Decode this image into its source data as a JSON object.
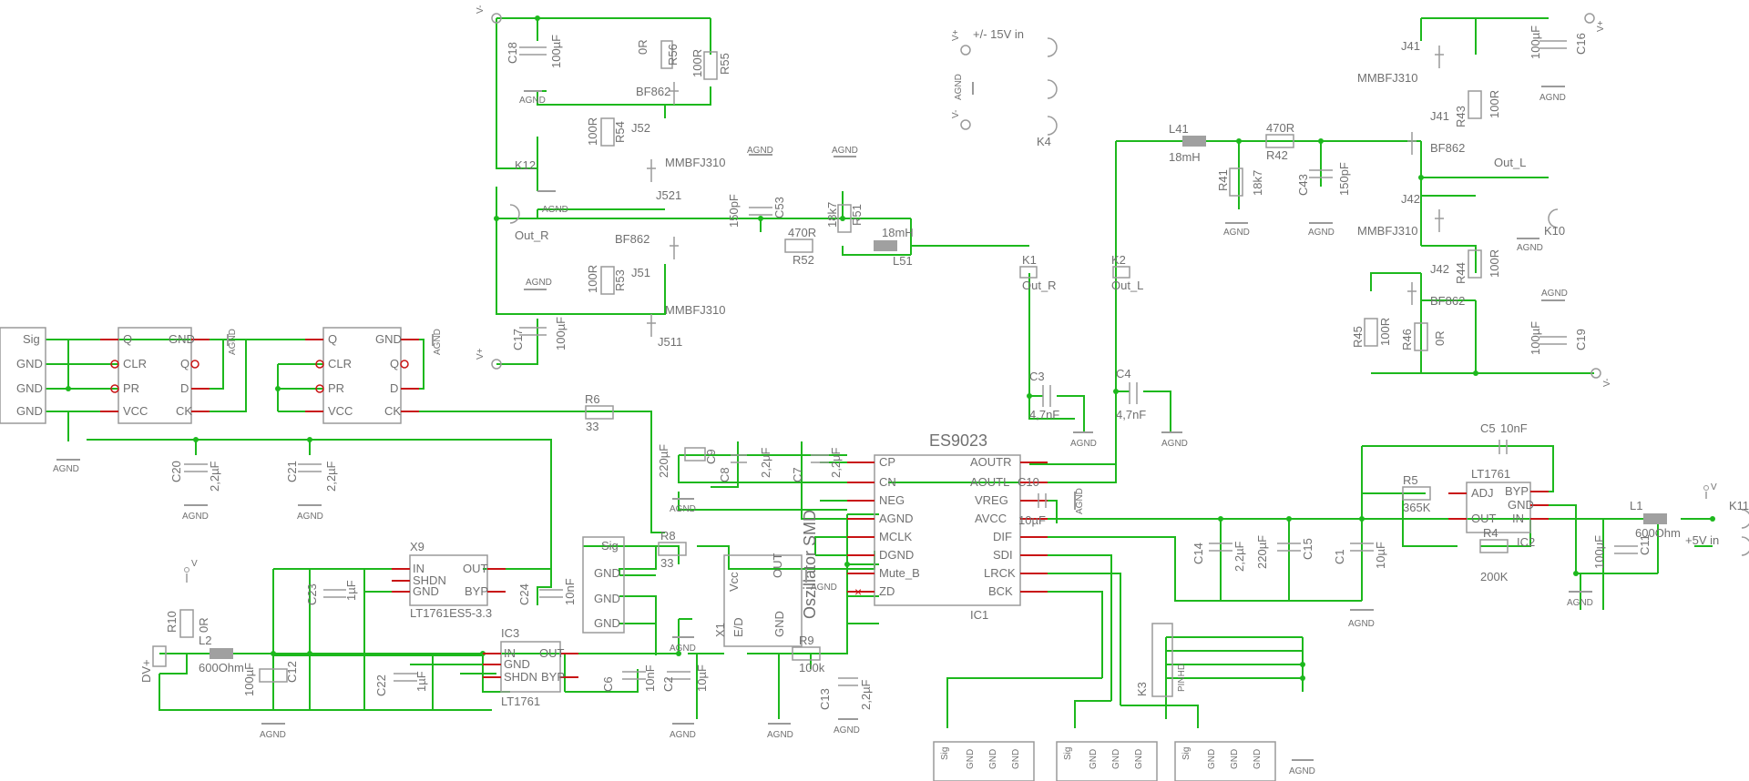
{
  "schematic": {
    "ics": [
      {
        "id": "es9023",
        "name": "ES9023",
        "ref": "IC1",
        "pins_left": [
          "CP",
          "CN",
          "NEG",
          "AGND",
          "MCLK",
          "DGND",
          "Mute_B",
          "ZD"
        ],
        "pins_right": [
          "AOUTR",
          "AOUTL",
          "VREG",
          "AVCC",
          "DIF",
          "SDI",
          "LRCK",
          "BCK"
        ]
      },
      {
        "id": "lt1761-main",
        "name": "LT1761",
        "ref": "IC2",
        "pins_left": [
          "ADJ",
          "OUT"
        ],
        "pins_right": [
          "BYP",
          "GND",
          "IN"
        ]
      },
      {
        "id": "lt1761-ic3",
        "name": "IC3",
        "ref": "LT1761",
        "pins_left": [
          "IN",
          "GND",
          "SHDN"
        ],
        "pins_right": [
          "OUT",
          "BYP"
        ]
      },
      {
        "id": "lt1761-x9",
        "name": "X9",
        "ref": "LT1761ES5-3.3",
        "pins_left": [
          "IN",
          "SHDN",
          "GND"
        ],
        "pins_right": [
          "OUT",
          "BYP"
        ]
      },
      {
        "id": "flipflop-a",
        "name": "",
        "ref": "",
        "pins_left": [
          "Q",
          "CLR",
          "PR",
          "VCC"
        ],
        "pins_right": [
          "GND",
          "Q",
          "D",
          "CK"
        ]
      },
      {
        "id": "flipflop-b",
        "name": "",
        "ref": "",
        "pins_left": [
          "Q",
          "CLR",
          "PR",
          "VCC"
        ],
        "pins_right": [
          "GND",
          "Q",
          "D",
          "CK"
        ]
      }
    ],
    "oscillator": {
      "name": "Oszillator SMD",
      "ref": "X1",
      "pins": [
        "Vcc",
        "E/D",
        "OUT",
        "GND"
      ]
    },
    "connectors": [
      {
        "id": "hdr-left",
        "pins": [
          "Sig",
          "GND",
          "GND",
          "GND"
        ]
      },
      {
        "id": "hdr-mid",
        "pins": [
          "Sig",
          "GND",
          "GND",
          "GND"
        ]
      },
      {
        "id": "hdr-bot-1",
        "pins": [
          "Sig",
          "GND",
          "GND",
          "GND"
        ]
      },
      {
        "id": "hdr-bot-2",
        "pins": [
          "Sig",
          "GND",
          "GND",
          "GND"
        ]
      },
      {
        "id": "hdr-bot-3",
        "pins": [
          "Sig",
          "GND",
          "GND",
          "GND"
        ]
      }
    ],
    "jfets": [
      {
        "ref": "J52",
        "type": "BF862"
      },
      {
        "ref": "J521",
        "type": "MMBFJ310"
      },
      {
        "ref": "J51",
        "type": "BF862"
      },
      {
        "ref": "J511",
        "type": "MMBFJ310"
      },
      {
        "ref": "J41",
        "type": "MMBFJ310"
      },
      {
        "ref": "J41",
        "type": "BF862"
      },
      {
        "ref": "J42",
        "type": "MMBFJ310"
      },
      {
        "ref": "J42",
        "type": "BF862"
      }
    ],
    "resistors": [
      {
        "ref": "R56",
        "value": "0R"
      },
      {
        "ref": "R55",
        "value": "100R"
      },
      {
        "ref": "R54",
        "value": "100R"
      },
      {
        "ref": "R53",
        "value": "100R"
      },
      {
        "ref": "R52",
        "value": "470R"
      },
      {
        "ref": "R51",
        "value": "18k7"
      },
      {
        "ref": "R42",
        "value": "470R"
      },
      {
        "ref": "R41",
        "value": "18k7"
      },
      {
        "ref": "R43",
        "value": "100R"
      },
      {
        "ref": "R44",
        "value": "100R"
      },
      {
        "ref": "R45",
        "value": "100R"
      },
      {
        "ref": "R46",
        "value": "0R"
      },
      {
        "ref": "R6",
        "value": "33"
      },
      {
        "ref": "R8",
        "value": "33"
      },
      {
        "ref": "R9",
        "value": "100k"
      },
      {
        "ref": "R10",
        "value": "0R"
      },
      {
        "ref": "R5",
        "value": "365K"
      },
      {
        "ref": "R4",
        "value": "200K"
      }
    ],
    "capacitors": [
      {
        "ref": "C18",
        "value": "100µF"
      },
      {
        "ref": "C17",
        "value": "100µF"
      },
      {
        "ref": "C53",
        "value": "150pF"
      },
      {
        "ref": "C43",
        "value": "150pF"
      },
      {
        "ref": "C16",
        "value": "100µF"
      },
      {
        "ref": "C19",
        "value": "100µF"
      },
      {
        "ref": "C3",
        "value": "4,7nF"
      },
      {
        "ref": "C4",
        "value": "4,7nF"
      },
      {
        "ref": "C20",
        "value": "2,2µF"
      },
      {
        "ref": "C21",
        "value": "2,2µF"
      },
      {
        "ref": "C9",
        "value": "220µF"
      },
      {
        "ref": "C8",
        "value": "2,2µF"
      },
      {
        "ref": "C7",
        "value": "2,2µF"
      },
      {
        "ref": "C10",
        "value": "10µF"
      },
      {
        "ref": "C14",
        "value": "2,2µF"
      },
      {
        "ref": "C15",
        "value": "220µF"
      },
      {
        "ref": "C1",
        "value": "10µF"
      },
      {
        "ref": "C5",
        "value": "10nF"
      },
      {
        "ref": "C11",
        "value": "100µF"
      },
      {
        "ref": "C23",
        "value": "1µF"
      },
      {
        "ref": "C24",
        "value": "10nF"
      },
      {
        "ref": "C22",
        "value": "1µF"
      },
      {
        "ref": "C12",
        "value": "100µF"
      },
      {
        "ref": "C6",
        "value": "10nF"
      },
      {
        "ref": "C2",
        "value": "10µF"
      },
      {
        "ref": "C13",
        "value": "2,2µF"
      }
    ],
    "inductors": [
      {
        "ref": "L41",
        "value": "18mH"
      },
      {
        "ref": "L51",
        "value": "18mH"
      },
      {
        "ref": "L1",
        "value": "600Ohm"
      },
      {
        "ref": "L2",
        "value": "600Ohm"
      }
    ],
    "jacks": [
      {
        "ref": "K12",
        "label": "Out_R"
      },
      {
        "ref": "K10",
        "label": "Out_L"
      },
      {
        "ref": "K4",
        "label": "+/- 15V in"
      },
      {
        "ref": "K11",
        "label": "+5V in"
      }
    ],
    "jumpers": [
      {
        "ref": "K1",
        "label": "Out_R"
      },
      {
        "ref": "K2",
        "label": "Out_L"
      },
      {
        "ref": "K3",
        "label": "PINHD"
      }
    ],
    "supply_labels": {
      "vplus": "V+",
      "vminus": "V-",
      "agnd": "AGND",
      "v": "V",
      "dvplus": "DV+"
    }
  }
}
